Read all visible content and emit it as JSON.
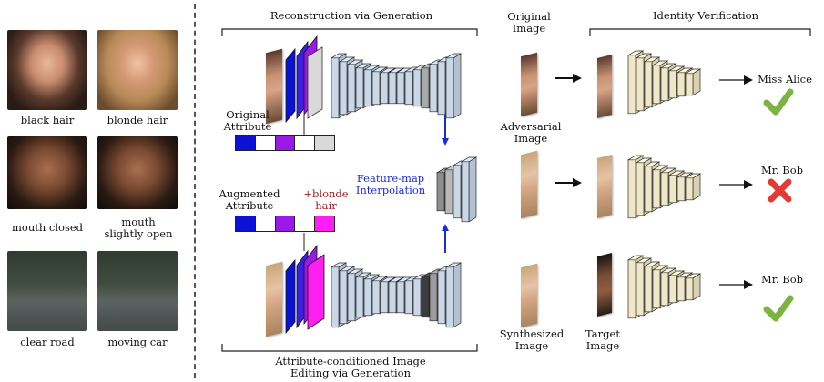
{
  "examples": [
    {
      "left": "black hair",
      "right": "blonde hair"
    },
    {
      "left": "mouth closed",
      "right": "mouth slightly open"
    },
    {
      "left": "clear road",
      "right": "moving car"
    }
  ],
  "pipeline": {
    "top_title": "Reconstruction via Generation",
    "bottom_title": "Attribute-conditioned Image Editing via Generation",
    "original_attribute": "Original Attribute",
    "augmented_attribute": "Augmented Attribute",
    "plus_tag": "+blonde hair",
    "interpolation": "Feature-map Interpolation"
  },
  "images": {
    "original": "Original Image",
    "adversarial": "Adversarial Image",
    "synthesized": "Synthesized Image",
    "target": "Target Image"
  },
  "verification": {
    "title": "Identity Verification",
    "results": [
      {
        "name": "Miss Alice",
        "verdict": "check"
      },
      {
        "name": "Mr. Bob",
        "verdict": "cross"
      },
      {
        "name": "Mr. Bob",
        "verdict": "check"
      }
    ]
  },
  "colors": {
    "attr_blue": "#0a12d6",
    "attr_purple": "#9a19e6",
    "attr_magenta": "#ff1ff0",
    "check_green": "#7cb342",
    "cross_red": "#e53935",
    "arrow_blue": "#1a2ed8",
    "label_red": "#9b1b1b"
  }
}
